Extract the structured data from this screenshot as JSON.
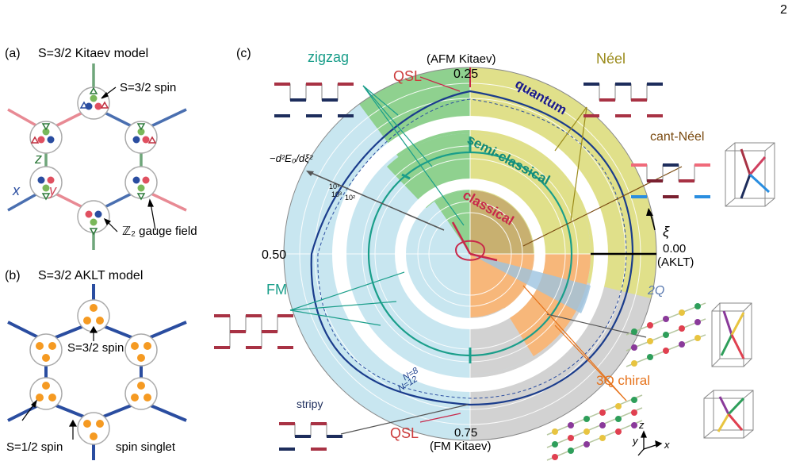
{
  "page_number": "2",
  "panel_a": {
    "label": "(a)",
    "title": "S=3/2 Kitaev model",
    "spin_label": "S=3/2 spin",
    "bond_x": "x",
    "bond_y": "y",
    "bond_z": "z",
    "gauge_label": "ℤ₂ gauge field"
  },
  "panel_b": {
    "label": "(b)",
    "title": "S=3/2 AKLT model",
    "spin32_label": "S=3/2 spin",
    "spin12_label": "S=1/2 spin",
    "singlet_label": "spin singlet"
  },
  "panel_c": {
    "label": "(c)",
    "top_label": "(AFM Kitaev)",
    "top_value": "0.25",
    "bottom_label": "(FM Kitaev)",
    "bottom_value": "0.75",
    "left_value": "0.50",
    "right_value": "0.00",
    "right_label": "(AKLT)",
    "xi_label": "ξ",
    "yaxis_label": "−d²E₀/dξ²",
    "ticks": [
      "10⁴",
      "10³",
      "10²"
    ],
    "ring_labels": [
      "quantum",
      "semi-classical",
      "classical"
    ],
    "phase_labels": {
      "zigzag": "zigzag",
      "neel": "Néel",
      "cant_neel": "cant-Néel",
      "fm": "FM",
      "stripy": "stripy",
      "twoQ": "2Q",
      "threeQ": "3Q chiral",
      "qsl_top": "QSL",
      "qsl_bottom": "QSL"
    },
    "n_labels": [
      "N=8",
      "N=12"
    ],
    "axes_labels": {
      "x": "x",
      "y": "y",
      "z": "z"
    }
  },
  "colors": {
    "zigzag": "#8fd18f",
    "neel": "#e0e08a",
    "fm": "#c8e6f0",
    "chiral": "#f7b77a",
    "gray": "#d2d2d2",
    "twoQ": "#9cc3e0",
    "quantum_text": "#1a1a8c",
    "semi_text": "#138a78",
    "classical_text": "#c8284a",
    "qsl_text": "#cc3b3b",
    "zigzag_text": "#1a9e8a",
    "neel_text": "#9a8a1a",
    "cant_text": "#7a4a10",
    "red_arrow": "#a83244",
    "navy_arrow": "#1d2d5c"
  }
}
